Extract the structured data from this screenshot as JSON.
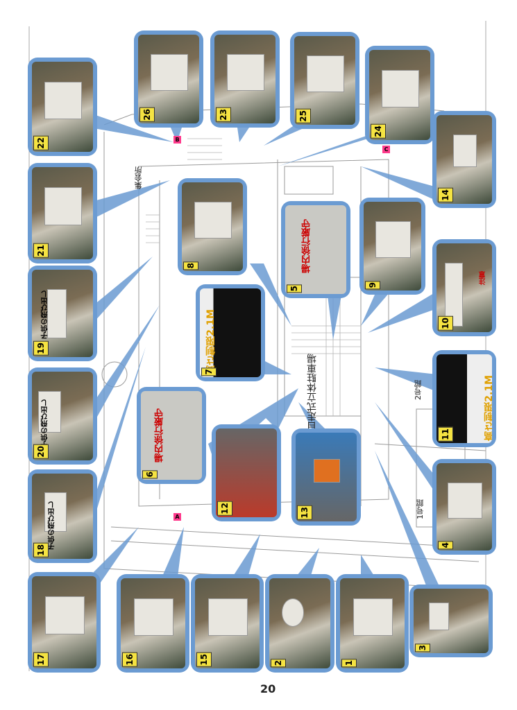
{
  "page_number": "20",
  "markers": [
    "A",
    "B",
    "C"
  ],
  "map_labels": {
    "garage_name": "自走式立体駐車場",
    "building": "2号館",
    "building2": "1号館",
    "assembly": "集会所"
  },
  "photos": [
    {
      "id": "1"
    },
    {
      "id": "2"
    },
    {
      "id": "3"
    },
    {
      "id": "4"
    },
    {
      "id": "5",
      "sign": "場内徐行厳守"
    },
    {
      "id": "6",
      "sign": "場内徐行厳守"
    },
    {
      "id": "7",
      "sign": "高さ制限2.1M"
    },
    {
      "id": "8"
    },
    {
      "id": "9"
    },
    {
      "id": "10",
      "sign": "注意"
    },
    {
      "id": "11",
      "sign": "高さ制限2.1M"
    },
    {
      "id": "12"
    },
    {
      "id": "13"
    },
    {
      "id": "14"
    },
    {
      "id": "15"
    },
    {
      "id": "16"
    },
    {
      "id": "17"
    },
    {
      "id": "18",
      "sign": "子供の飛び出し"
    },
    {
      "id": "19",
      "sign": "子供の飛び出し"
    },
    {
      "id": "20",
      "sign": "子供の飛び出し"
    },
    {
      "id": "21"
    },
    {
      "id": "22"
    },
    {
      "id": "23"
    },
    {
      "id": "24"
    },
    {
      "id": "25"
    },
    {
      "id": "26"
    }
  ]
}
